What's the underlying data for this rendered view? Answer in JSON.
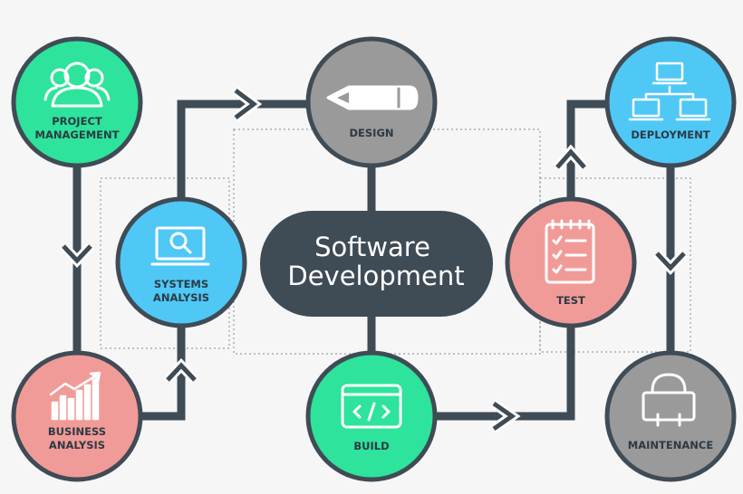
{
  "title": {
    "line1": "Software",
    "line2": "Development"
  },
  "nodes": [
    {
      "id": "project-management",
      "lines": [
        "PROJECT",
        "MANAGEMENT"
      ],
      "color": "#2ee39b",
      "icon": "team-icon"
    },
    {
      "id": "systems-analysis",
      "lines": [
        "SYSTEMS",
        "ANALYSIS"
      ],
      "color": "#4fc8f6",
      "icon": "monitor-search-icon"
    },
    {
      "id": "design",
      "lines": [
        "DESIGN"
      ],
      "color": "#9a9a9a",
      "icon": "pencil-icon"
    },
    {
      "id": "business-analysis",
      "lines": [
        "BUSINESS",
        "ANALYSIS"
      ],
      "color": "#f19b98",
      "icon": "growth-chart-icon"
    },
    {
      "id": "build",
      "lines": [
        "BUILD"
      ],
      "color": "#2ee39b",
      "icon": "code-window-icon"
    },
    {
      "id": "test",
      "lines": [
        "TEST"
      ],
      "color": "#f19b98",
      "icon": "checklist-icon"
    },
    {
      "id": "deployment",
      "lines": [
        "DEPLOYMENT"
      ],
      "color": "#4fc8f6",
      "icon": "network-icon"
    },
    {
      "id": "maintenance",
      "lines": [
        "MAINTENANCE"
      ],
      "color": "#9a9a9a",
      "icon": "toolbox-icon"
    }
  ],
  "colors": {
    "outline": "#3f4b55",
    "connector": "#3f4b55",
    "center_fill": "#3f4b55",
    "center_text": "#ffffff",
    "label_text": "#2c3a44",
    "dotted": "#9aa0a6",
    "background": "#f6f6f6"
  }
}
